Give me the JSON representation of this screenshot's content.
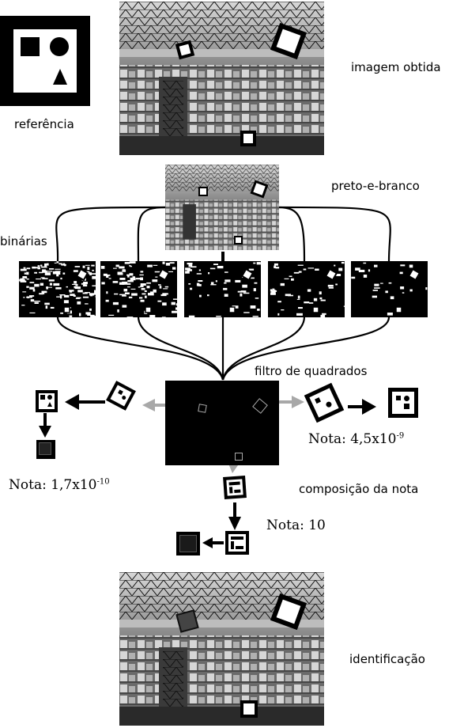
{
  "labels": {
    "reference": "referência",
    "captured": "imagem obtida",
    "grayscale": "preto-e-branco",
    "binary": "binárias",
    "square_filter": "filtro de quadrados",
    "score_composition": "composição da nota",
    "identification": "identificação"
  },
  "scores": {
    "left": "Nota: 1,7x10",
    "left_exp": "-10",
    "right": "Nota: 4,5x10",
    "right_exp": "-9",
    "bottom": "Nota: 10"
  },
  "colors": {
    "arrow_dark": "#000000",
    "arrow_light": "#a8a8a8",
    "photo_bg": "#3a3a3a"
  },
  "binary_thresholds": [
    "very-light",
    "light",
    "medium",
    "dark",
    "very-dark"
  ]
}
